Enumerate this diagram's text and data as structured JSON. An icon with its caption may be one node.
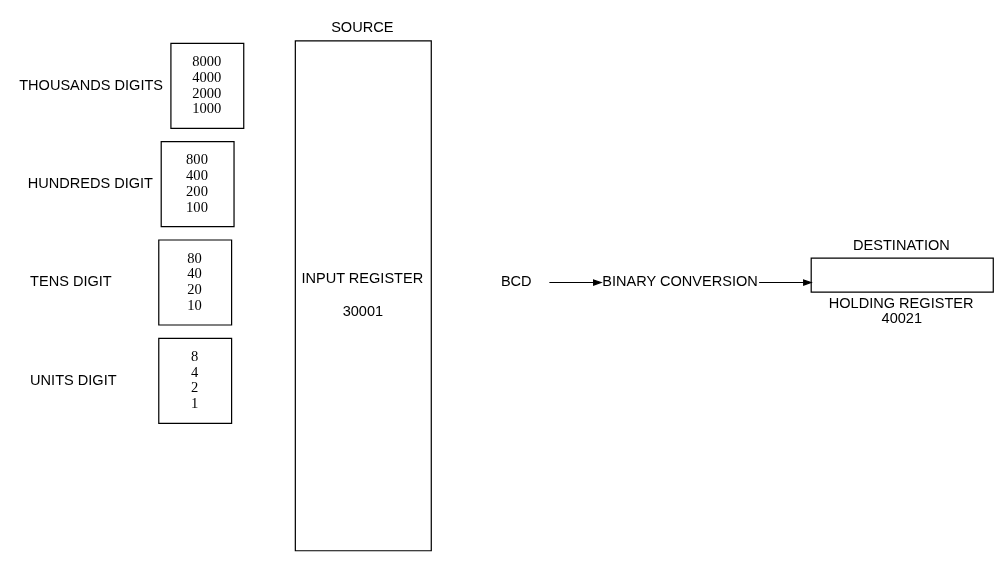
{
  "diagram": {
    "nodes": [
      {
        "text": [
          "8000",
          "4000",
          "2000",
          "1000"
        ],
        "beside": [
          "THOUSANDS DIGITS"
        ]
      },
      {
        "text": [
          "800",
          "400",
          "200",
          "100"
        ],
        "beside": [
          "HUNDREDS DIGIT"
        ]
      },
      {
        "text": [
          "80",
          "40",
          "20",
          "10"
        ],
        "beside": [
          "TENS DIGIT"
        ]
      },
      {
        "text": [
          "8",
          "4",
          "2",
          "1"
        ],
        "beside": [
          "UNITS DIGIT"
        ]
      },
      {
        "text": [
          "SOURCE",
          "INPUT REGISTER",
          "30001"
        ]
      },
      {
        "text": [
          "BCD"
        ]
      },
      {
        "text": [
          "BINARY CONVERSION"
        ]
      },
      {
        "text": [
          "DESTINATION",
          "HOLDING REGISTER",
          "40021"
        ]
      }
    ],
    "edges": [
      {
        "from": 5,
        "to": 6,
        "arrow": "to"
      },
      {
        "from": 6,
        "to": 7,
        "arrow": "to"
      }
    ]
  }
}
